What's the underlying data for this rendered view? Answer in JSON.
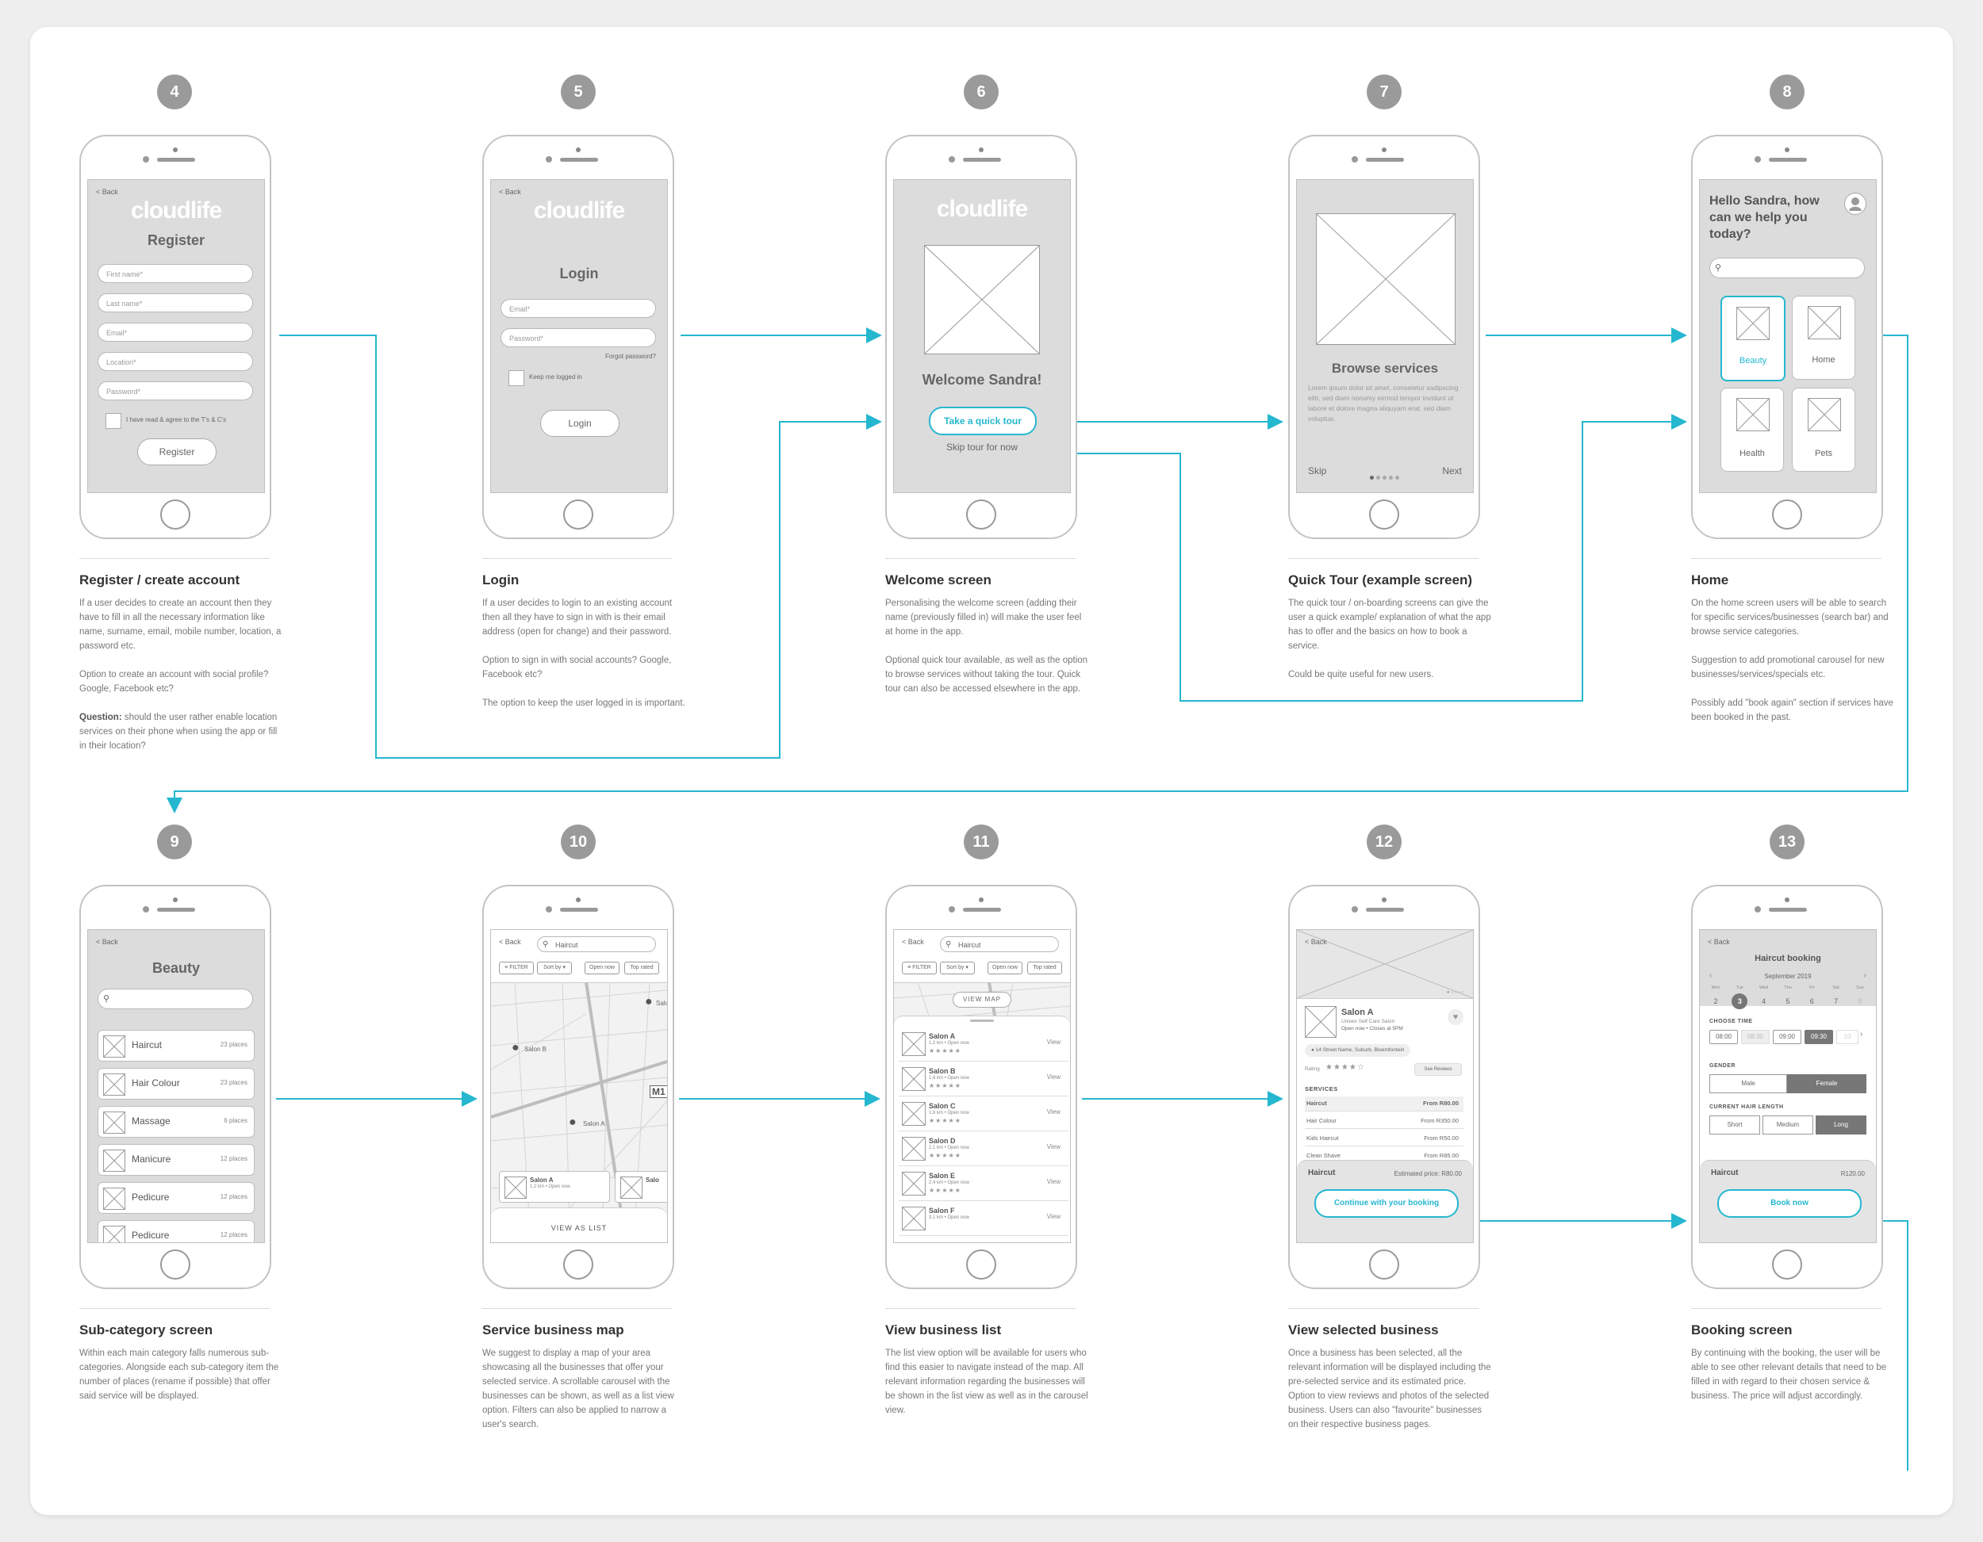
{
  "steps": [
    {
      "num": "4",
      "title": "Register / create account",
      "desc": "If a user decides to create an account then they have to fill in all the necessary information like name, surname, email, mobile number, location, a password etc.\n\nOption to create an account with social profile? Google, Facebook etc?\n\n",
      "desc_q_label": "Question:",
      "desc_q": " should the user rather enable location services on their phone when using the app or fill in their location?"
    },
    {
      "num": "5",
      "title": "Login",
      "desc": "If a user decides to login to an existing account then all they have to sign in with is their email address (open for change) and their password.\n\nOption to sign in with social accounts? Google, Facebook etc?\n\nThe option to keep the user logged in is important."
    },
    {
      "num": "6",
      "title": "Welcome screen",
      "desc": "Personalising the welcome screen (adding their name (previously filled in) will make the user feel at home in the app.\n\nOptional quick tour available, as well as the option to browse services without taking the tour. Quick tour can also be accessed elsewhere in the app."
    },
    {
      "num": "7",
      "title": "Quick Tour (example screen)",
      "desc": "The quick tour / on-boarding screens can give the user a quick example/ explanation of what the app has to offer and the basics on how to book a service.\n\nCould be quite useful for new users."
    },
    {
      "num": "8",
      "title": "Home",
      "desc": "On the home screen users will be able to search for specific services/businesses (search bar) and browse service categories.\n\nSuggestion to add promotional carousel for new businesses/services/specials etc.\n\nPossibly add \"book again\" section if services have been booked in the past."
    },
    {
      "num": "9",
      "title": "Sub-category screen",
      "desc": "Within each main category falls numerous sub-categories. Alongside each sub-category item the number of places (rename if possible) that offer said service will be displayed."
    },
    {
      "num": "10",
      "title": "Service business map",
      "desc": "We suggest to display a map of your area showcasing all the businesses that offer your selected service. A scrollable carousel with the businesses can be shown, as well as a list view option. Filters can also be applied to narrow a user's search."
    },
    {
      "num": "11",
      "title": "View business list",
      "desc": "The list view option will be available for users who find this easier to navigate instead of the map. All relevant information regarding the businesses will be shown in the list view as well as in the carousel view."
    },
    {
      "num": "12",
      "title": "View selected business",
      "desc": "Once a business has been selected, all the relevant information will be displayed including the pre-selected service and its estimated price. Option to view reviews and photos of the selected business. Users can also \"favourite\" businesses on their respective business pages."
    },
    {
      "num": "13",
      "title": "Booking screen",
      "desc": "By continuing with the booking, the user will be able to see other relevant details that need to be filled in with regard to their chosen service & business. The price will adjust accordingly."
    }
  ],
  "brand": {
    "logo": "cloudlife",
    "accent": "#25b7cf"
  },
  "s4": {
    "back": "< Back",
    "title": "Register",
    "first": "First name*",
    "last": "Last name*",
    "email": "Email*",
    "location": "Location*",
    "password": "Password*",
    "terms": "I have read & agree to the T's & C's",
    "button": "Register"
  },
  "s5": {
    "back": "< Back",
    "title": "Login",
    "email": "Email*",
    "password": "Password*",
    "forgot": "Forgot password?",
    "keep": "Keep me logged in",
    "button": "Login"
  },
  "s6": {
    "title": "Welcome Sandra!",
    "tour": "Take a quick tour",
    "skip": "Skip tour for now"
  },
  "s7": {
    "title": "Browse services",
    "body": "Lorem ipsum dolor sit amet, consetetur sadipscing elitr, sed diam nonumy eirmod tempor invidunt ut labore et dolore magna aliquyam erat, sed diam voluptua.",
    "skip": "Skip",
    "next": "Next"
  },
  "s8": {
    "greeting": "Hello Sandra, how can we help you today?",
    "categories": [
      "Beauty",
      "Home",
      "Health",
      "Pets"
    ]
  },
  "s9": {
    "back": "< Back",
    "title": "Beauty",
    "items": [
      {
        "name": "Haircut",
        "places": "23 places"
      },
      {
        "name": "Hair Colour",
        "places": "23 places"
      },
      {
        "name": "Massage",
        "places": "6 places"
      },
      {
        "name": "Manicure",
        "places": "12 places"
      },
      {
        "name": "Pedicure",
        "places": "12 places"
      },
      {
        "name": "Pedicure",
        "places": "12 places"
      }
    ]
  },
  "s10": {
    "back": "< Back",
    "search": "Haircut",
    "filter": "FILTER",
    "sort": "Sort by",
    "open": "Open now",
    "top": "Top rated",
    "pin_b": "Salon B",
    "pin_a": "Salon A",
    "pin_c": "Salo",
    "road": "M1",
    "card_name": "Salon A",
    "card_sub": "1.2 km • Open now",
    "card2": "Salo",
    "list": "VIEW AS LIST"
  },
  "s11": {
    "back": "< Back",
    "search": "Haircut",
    "filter": "FILTER",
    "sort": "Sort by",
    "open": "Open now",
    "top": "Top rated",
    "map": "VIEW MAP",
    "view": "View",
    "items": [
      {
        "name": "Salon A",
        "sub": "1.2 km • Open now"
      },
      {
        "name": "Salon B",
        "sub": "1.6 km • Open now"
      },
      {
        "name": "Salon C",
        "sub": "1.8 km • Open now"
      },
      {
        "name": "Salon D",
        "sub": "2.1 km • Open now"
      },
      {
        "name": "Salon E",
        "sub": "2.4 km • Open now"
      },
      {
        "name": "Salon F",
        "sub": "3.1 km • Open now"
      }
    ]
  },
  "s12": {
    "back": "< Back",
    "name": "Salon A",
    "type": "Unisex Self Care Salon",
    "hours": "Open now • Closes at 5PM",
    "address": "14 Street Name, Suburb, Bloemfontein",
    "rating": "Rating",
    "reviews": "See Reviews",
    "services_label": "SERVICES",
    "services": [
      {
        "name": "Haircut",
        "price": "From R80.00"
      },
      {
        "name": "Hair Colour",
        "price": "From R350.00"
      },
      {
        "name": "Kids Haircut",
        "price": "From R50.00"
      },
      {
        "name": "Clean Shave",
        "price": "From R85.00"
      }
    ],
    "sel_service": "Haircut",
    "est": "Estimated price: R80.00",
    "button": "Continue with your booking"
  },
  "s13": {
    "back": "< Back",
    "title": "Haircut booking",
    "month": "September 2019",
    "days": [
      "Mon",
      "Tue",
      "Wed",
      "Thu",
      "Fri",
      "Sat",
      "Sun"
    ],
    "dates": [
      "2",
      "3",
      "4",
      "5",
      "6",
      "7",
      "8"
    ],
    "time_label": "CHOOSE TIME",
    "times": [
      "08:00",
      "08:30",
      "09:00",
      "09:30",
      "10"
    ],
    "gender_label": "GENDER",
    "male": "Male",
    "female": "Female",
    "hair_label": "CURRENT HAIR LENGTH",
    "short": "Short",
    "medium": "Medium",
    "long": "Long",
    "service": "Haircut",
    "price": "R120.00",
    "button": "Book now"
  }
}
